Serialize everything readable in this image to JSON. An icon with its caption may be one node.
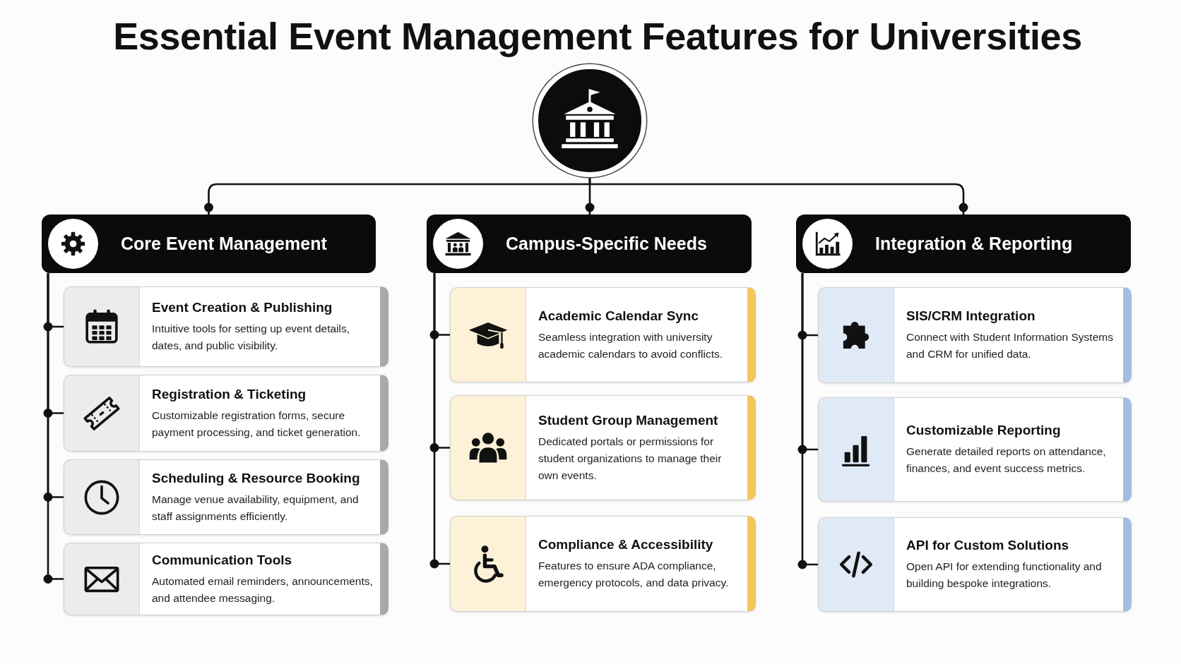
{
  "diagram": {
    "title": "Essential Event Management Features for Universities",
    "nodes": [
      {
        "text": [],
        "shape": "circle"
      },
      {
        "text": [
          "Core Event Management"
        ]
      },
      {
        "text": [
          "Event Creation & Publishing",
          "Intuitive tools for setting up event details, dates, and public visibility."
        ]
      },
      {
        "text": [
          "Registration & Ticketing",
          "Customizable registration forms, secure payment processing, and ticket generation."
        ]
      },
      {
        "text": [
          "Scheduling & Resource Booking",
          "Manage venue availability, equipment, and staff assignments efficiently."
        ]
      },
      {
        "text": [
          "Communication Tools",
          "Automated email reminders, announcements, and attendee messaging."
        ]
      },
      {
        "text": [
          "Campus-Specific Needs"
        ]
      },
      {
        "text": [
          "Academic Calendar Sync",
          "Seamless integration with university academic calendars to avoid conflicts."
        ]
      },
      {
        "text": [
          "Student Group Management",
          "Dedicated portals or permissions for student organizations to manage their own events."
        ]
      },
      {
        "text": [
          "Compliance & Accessibility",
          "Features to ensure ADA compliance, emergency protocols, and data privacy."
        ]
      },
      {
        "text": [
          "Integration & Reporting"
        ]
      },
      {
        "text": [
          "SIS/CRM Integration",
          "Connect with Student Information Systems and CRM for unified data."
        ]
      },
      {
        "text": [
          "Customizable Reporting",
          "Generate detailed reports on attendance, finances, and event success metrics."
        ]
      },
      {
        "text": [
          "API for Custom Solutions",
          "Open API for extending functionality and building bespoke integrations."
        ]
      }
    ],
    "edges": [
      {
        "from": 0,
        "to": 1,
        "arrow": "other"
      },
      {
        "from": 0,
        "to": 6,
        "arrow": "other"
      },
      {
        "from": 0,
        "to": 10,
        "arrow": "other"
      },
      {
        "from": 1,
        "to": 2,
        "arrow": "other"
      },
      {
        "from": 1,
        "to": 3,
        "arrow": "other"
      },
      {
        "from": 1,
        "to": 4,
        "arrow": "other"
      },
      {
        "from": 1,
        "to": 5,
        "arrow": "other"
      },
      {
        "from": 6,
        "to": 7,
        "arrow": "other"
      },
      {
        "from": 6,
        "to": 8,
        "arrow": "other"
      },
      {
        "from": 6,
        "to": 9,
        "arrow": "other"
      },
      {
        "from": 10,
        "to": 11,
        "arrow": "other"
      },
      {
        "from": 10,
        "to": 12,
        "arrow": "other"
      },
      {
        "from": 10,
        "to": 13,
        "arrow": "other"
      }
    ]
  }
}
